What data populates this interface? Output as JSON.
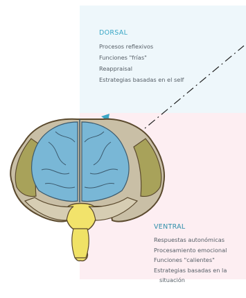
{
  "dorsal": {
    "title": "DORSAL",
    "items": [
      "Procesos reflexivos",
      "Funciones \"frías\"",
      "Reappraisal",
      "Estrategias basadas en el self"
    ]
  },
  "ventral": {
    "title": "VENTRAL",
    "items": [
      "Respuestas autonómicas",
      "Procesamiento emocional",
      "Funciones \"calientes\"",
      "Estrategias basadas en la",
      "situación"
    ]
  },
  "colors": {
    "dorsal_bg": "#eef7fb",
    "ventral_bg": "#fdeef2",
    "dorsal_region": "#79b7d6",
    "ventral_region": "#f2e36b",
    "temporal_region": "#c9bfa6",
    "olive_region": "#a8a25a",
    "arrow": "#3aa7c6",
    "divider": "#222222"
  }
}
